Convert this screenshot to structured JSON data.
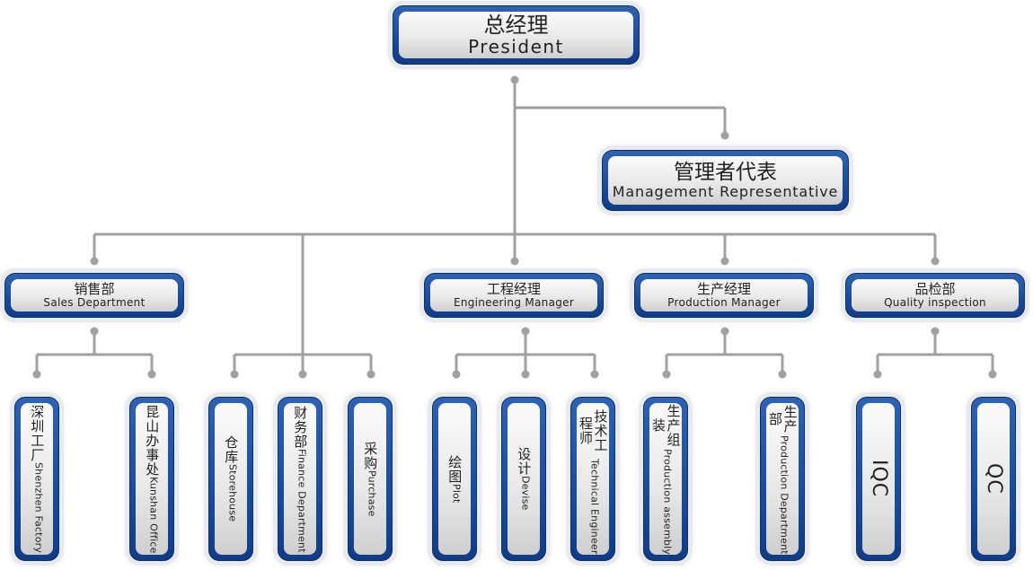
{
  "president": {
    "cn": "总经理",
    "en": "President"
  },
  "management_rep": {
    "cn": "管理者代表",
    "en": "Management Representative"
  },
  "sales": {
    "cn": "销售部",
    "en": "Sales Department"
  },
  "engineering": {
    "cn": "工程经理",
    "en": "Engineering Manager"
  },
  "production": {
    "cn": "生产经理",
    "en": "Production Manager"
  },
  "quality": {
    "cn": "品检部",
    "en": "Quality inspection"
  },
  "shenzhen_factory": {
    "cn": "深圳工厂",
    "en": "Shenzhen Factory"
  },
  "kunshan_office": {
    "cn": "昆山办事处",
    "en": "Kunshan Office"
  },
  "storehouse": {
    "cn": "仓库",
    "en": "Storehouse"
  },
  "finance": {
    "cn": "财务部",
    "en": "Finance Department"
  },
  "purchase": {
    "cn": "采购",
    "en": "Purchase"
  },
  "plot": {
    "cn": "绘图",
    "en": "Plot"
  },
  "devise": {
    "cn": "设计",
    "en": "Devise"
  },
  "technical_engineer": {
    "cn": "技术工程师",
    "en": "Technical Engineer"
  },
  "production_assembly": {
    "cn": "生产组装",
    "en": "Production assembly"
  },
  "production_department": {
    "cn": "生产部",
    "en": "Production Department"
  },
  "iqc": {
    "label": "IQC"
  },
  "qc": {
    "label": "QC"
  },
  "colors": {
    "box_blue": "#1b4c9c",
    "connector": "#a0a0a0",
    "box_fill": "#e9e9e9"
  }
}
